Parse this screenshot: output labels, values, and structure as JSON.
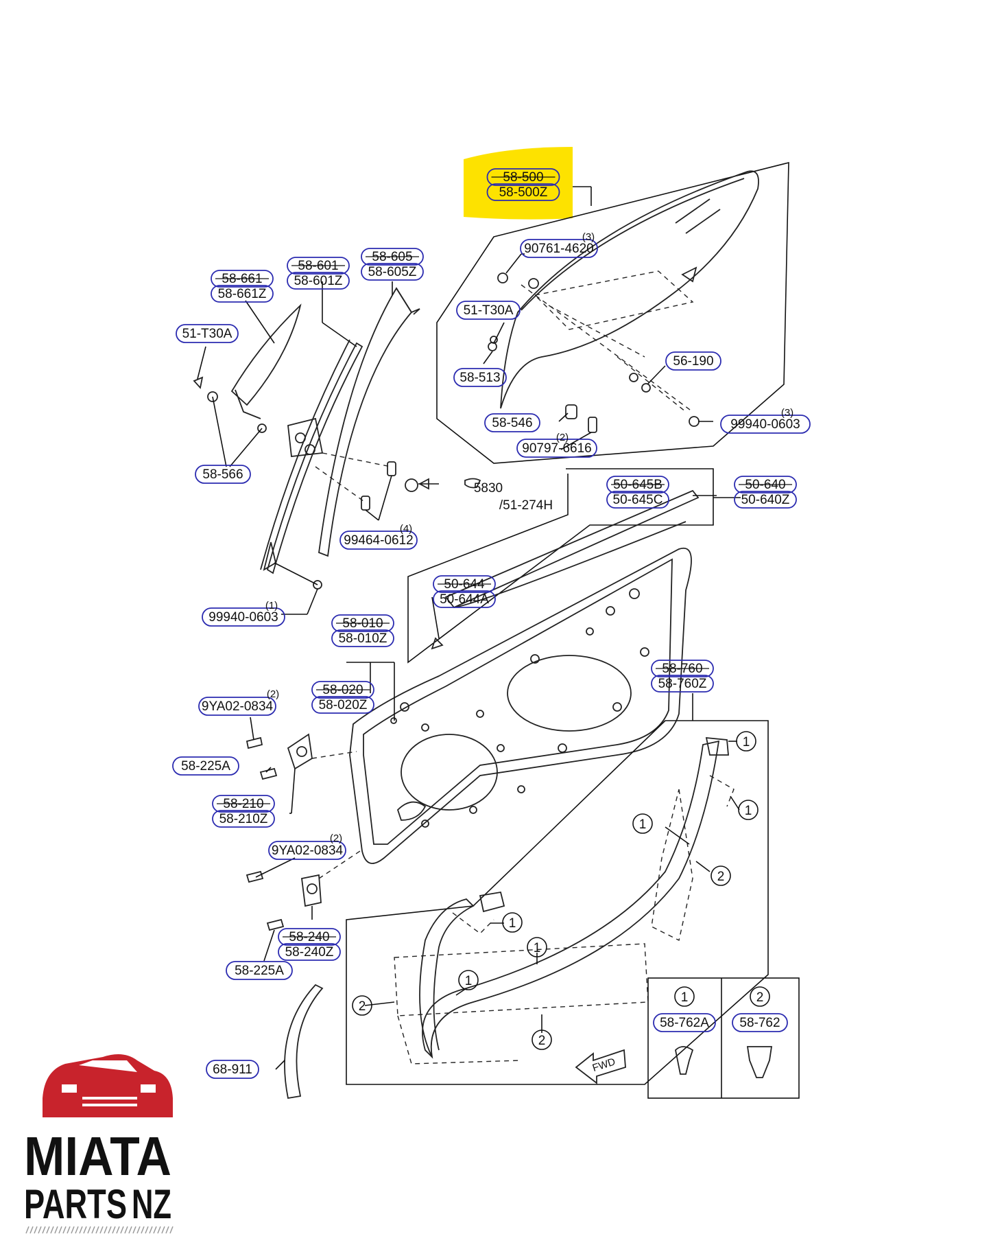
{
  "labels": {
    "glass": [
      "58-500",
      "58-500Z"
    ],
    "screw_90761": "90761-4620",
    "screw_90761_qty": "(3)",
    "t30a_upper": "51-T30A",
    "t30a_left": "51-T30A",
    "p58_513": "58-513",
    "p56_190": "56-190",
    "p58_546": "58-546",
    "nut_99940_0603_right": "99940-0603",
    "nut_99940_0603_right_qty": "(3)",
    "screw_90797": "90797-6616",
    "screw_90797_qty": "(2)",
    "vent_glass": [
      "58-661",
      "58-661Z"
    ],
    "channel_601": [
      "58-601",
      "58-601Z"
    ],
    "channel_605": [
      "58-605",
      "58-605Z"
    ],
    "p58_566": "58-566",
    "ref_5830": "5830",
    "ref_51_274h": "/51-274H",
    "bolt_99464": "99464-0612",
    "bolt_99464_qty": "(4)",
    "nut_99940_left": "99940-0603",
    "nut_99940_left_qty": "(1)",
    "belt_inner": [
      "50-645B",
      "50-645C"
    ],
    "belt_outer": [
      "50-640",
      "50-640Z"
    ],
    "belt_small": [
      "50-644",
      "50-644A"
    ],
    "door_shell": [
      "58-010",
      "58-010Z"
    ],
    "door_panel": [
      "58-020",
      "58-020Z"
    ],
    "bolt_9ya02_upper": "9YA02-0834",
    "bolt_9ya02_upper_qty": "(2)",
    "p58_225a_upper": "58-225A",
    "hinge_upper": [
      "58-210",
      "58-210Z"
    ],
    "bolt_9ya02_lower": "9YA02-0834",
    "bolt_9ya02_lower_qty": "(2)",
    "hinge_lower": [
      "58-240",
      "58-240Z"
    ],
    "p58_225a_lower": "58-225A",
    "p68_911": "68-911",
    "weatherstrip": [
      "58-760",
      "58-760Z"
    ],
    "fwd": "FWD",
    "circle_one": "1",
    "circle_two": "2",
    "clip_1": "58-762A",
    "clip_2": "58-762"
  },
  "logo": {
    "line1": "MIATA",
    "line2": "PARTS",
    "line3": "NZ",
    "accent": "#c8232c"
  },
  "colors": {
    "highlight": "#fde200",
    "oval": "#2b2bb0"
  }
}
